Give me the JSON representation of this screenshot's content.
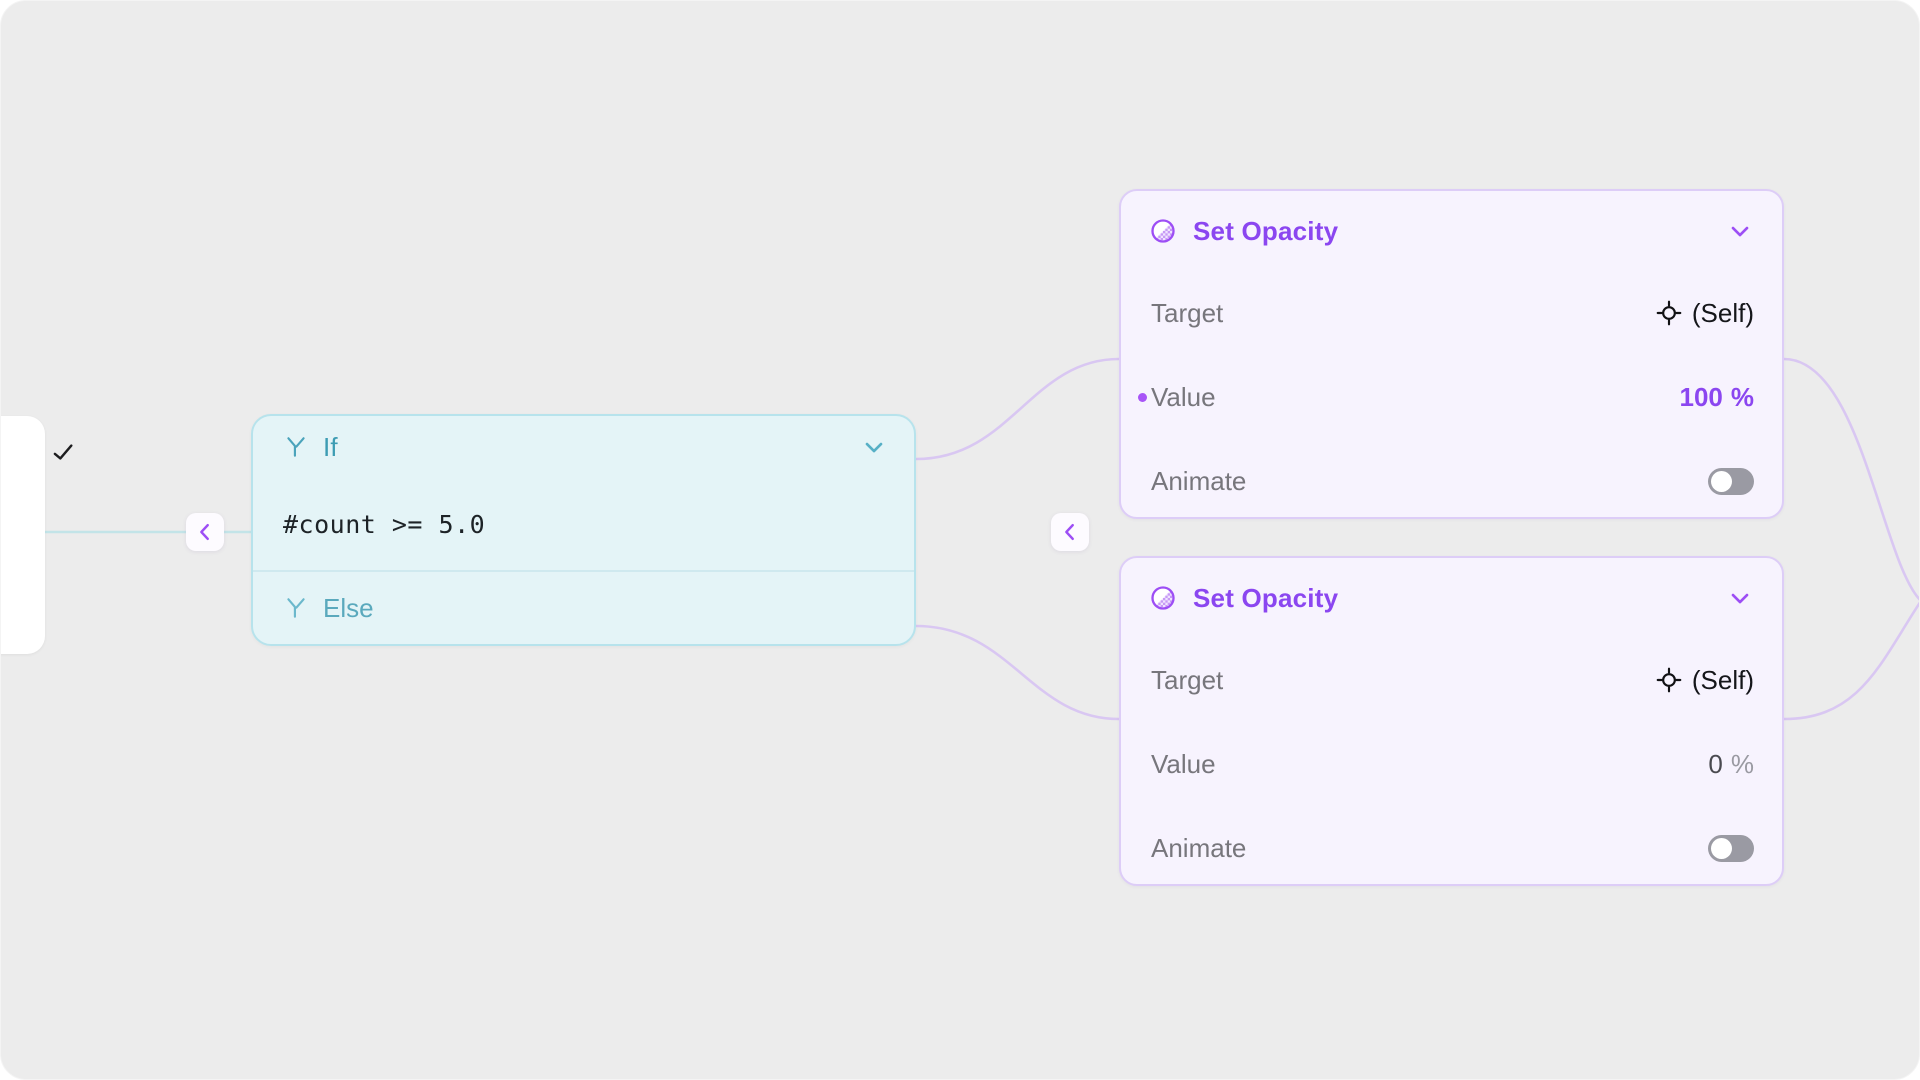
{
  "canvas": {
    "background_color": "#ececec",
    "accent_purple": "#8b46f0",
    "accent_teal": "#3d9cb3",
    "edge_purple": "#d9c7f2",
    "edge_teal": "#c3e4e8"
  },
  "nodes": {
    "if_node": {
      "title": "If",
      "icon": "branch-icon",
      "collapse_icon": "chevron-down-icon",
      "condition": "#count >= 5.0",
      "else_label": "Else",
      "else_icon": "branch-icon",
      "accent_color": "#3d9cb3"
    },
    "set_opacity_1": {
      "title": "Set Opacity",
      "icon": "opacity-icon",
      "collapse_icon": "chevron-down-icon",
      "accent_color": "#8b46f0",
      "rows": [
        {
          "label": "Target",
          "value": "(Self)",
          "icon": "crosshair-icon",
          "type": "target",
          "connected": false
        },
        {
          "label": "Value",
          "value": "100",
          "unit": "%",
          "type": "number-accent",
          "connected": true
        },
        {
          "label": "Animate",
          "value": "off",
          "type": "toggle",
          "connected": false
        }
      ]
    },
    "set_opacity_2": {
      "title": "Set Opacity",
      "icon": "opacity-icon",
      "collapse_icon": "chevron-down-icon",
      "accent_color": "#8b46f0",
      "rows": [
        {
          "label": "Target",
          "value": "(Self)",
          "icon": "crosshair-icon",
          "type": "target",
          "connected": false
        },
        {
          "label": "Value",
          "value": "0",
          "unit": "%",
          "type": "number",
          "connected": false
        },
        {
          "label": "Animate",
          "value": "off",
          "type": "toggle",
          "connected": false
        }
      ]
    }
  },
  "controls": {
    "collapse_left_of_if": {
      "icon": "chevron-left-icon"
    },
    "collapse_mid": {
      "icon": "chevron-left-icon"
    }
  },
  "left_partial_card": {
    "icon": "checkmark-icon"
  }
}
